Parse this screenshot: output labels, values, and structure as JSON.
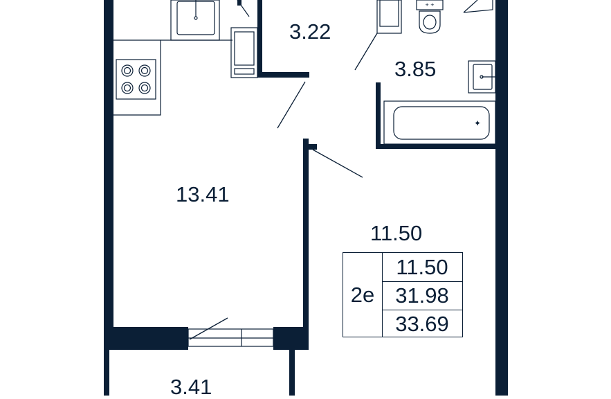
{
  "colors": {
    "wall": "#0b1f36",
    "fixture": "#0b1f36",
    "background": "#ffffff"
  },
  "rooms": {
    "hall": "3.22",
    "bathroom": "3.85",
    "kitchen_living": "13.41",
    "room": "11.50",
    "balcony": "3.41"
  },
  "legend": {
    "apartment_type": "2е",
    "living_area": "11.50",
    "total_area": "31.98",
    "total_area_with_balcony": "33.69"
  },
  "icons": [
    "sink-icon",
    "stove-icon",
    "fridge-icon",
    "toilet-icon",
    "bathtub-icon",
    "washbasin-icon",
    "door-swing-icon",
    "window-icon"
  ]
}
